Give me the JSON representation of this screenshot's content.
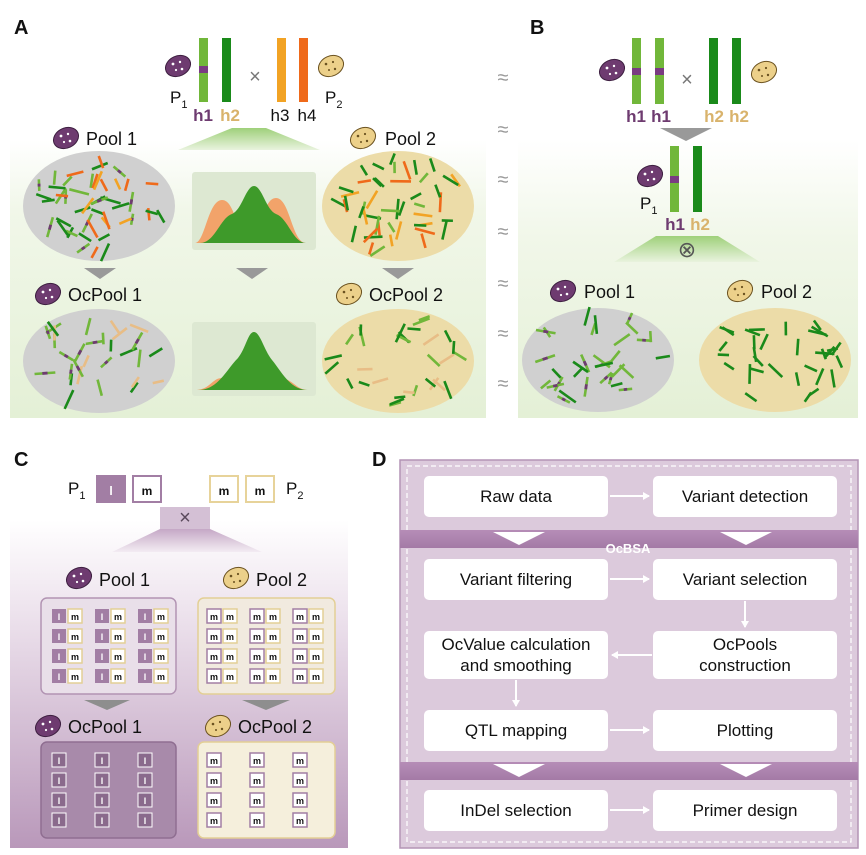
{
  "panels": {
    "a": "A",
    "b": "B",
    "c": "C",
    "d": "D"
  },
  "panel_a": {
    "parent1": {
      "name": "P",
      "sub": "1"
    },
    "parent2": {
      "name": "P",
      "sub": "2"
    },
    "cross": "×",
    "haplotypes": [
      "h1",
      "h2",
      "h3",
      "h4"
    ],
    "pool1": "Pool 1",
    "pool2": "Pool 2",
    "ocpool1": "OcPool 1",
    "ocpool2": "OcPool 2"
  },
  "approx_symbol": "≈",
  "panel_b": {
    "left_haplotypes": [
      "h1",
      "h1"
    ],
    "right_haplotypes": [
      "h2",
      "h2"
    ],
    "cross": "×",
    "f1_parent": {
      "name": "P",
      "sub": "1"
    },
    "f1_haplotypes": [
      "h1",
      "h2"
    ],
    "selfing": "⊗",
    "pool1": "Pool 1",
    "pool2": "Pool 2"
  },
  "panel_c": {
    "parent1": {
      "name": "P",
      "sub": "1",
      "alleles": [
        "l",
        "m"
      ]
    },
    "parent2": {
      "name": "P",
      "sub": "2",
      "alleles": [
        "m",
        "m"
      ]
    },
    "cross": "×",
    "pool1": "Pool 1",
    "pool2": "Pool 2",
    "ocpool1": "OcPool 1",
    "ocpool2": "OcPool 2",
    "allele_l": "l",
    "allele_m": "m"
  },
  "panel_d": {
    "band_label": "OcBSA",
    "steps": {
      "raw_data": "Raw data",
      "variant_detection": "Variant detection",
      "variant_filtering": "Variant filtering",
      "variant_selection": "Variant selection",
      "ocvalue_line1": "OcValue calculation",
      "ocvalue_line2": "and smoothing",
      "ocpools_line1": "OcPools",
      "ocpools_line2": "construction",
      "qtl_mapping": "QTL mapping",
      "plotting": "Plotting",
      "indel_selection": "InDel selection",
      "primer_design": "Primer design"
    }
  },
  "colors": {
    "purple": "#6e3b70",
    "tan": "#d9b36c",
    "light_green": "#71b73a",
    "dark_green": "#1a8a1a",
    "orange_yellow": "#f2a324",
    "orange": "#ef6a1a",
    "flow_box_border": "#9b6a9e",
    "flow_bg": "#dccadc"
  }
}
